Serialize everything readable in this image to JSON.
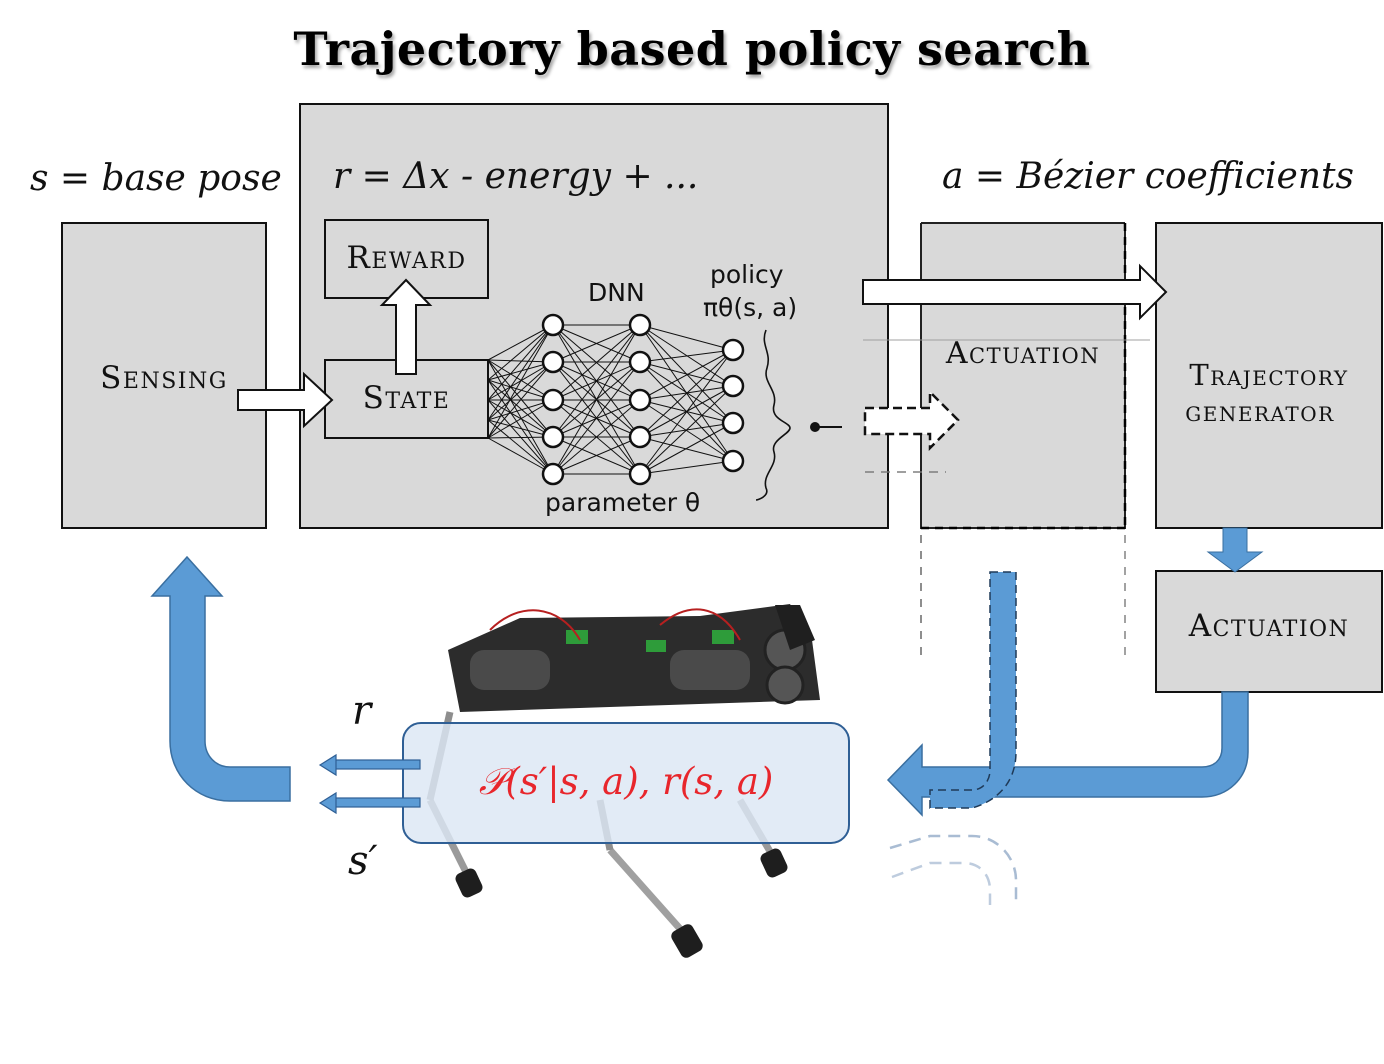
{
  "title": "Trajectory based policy search",
  "labels": {
    "state_eq": "s = base pose",
    "reward_eq": "r = Δx - energy + ...",
    "action_eq": "a = Bézier coefficients",
    "r_out": "r",
    "s_out": "s′"
  },
  "boxes": {
    "sensing": "Sensing",
    "reward": "Reward",
    "state": "State",
    "actuation_ghost": "Actuation",
    "trajectory_line1": "Trajectory",
    "trajectory_line2": "generator",
    "actuation": "Actuation"
  },
  "network": {
    "dnn": "DNN",
    "policy": "policy",
    "policy_symbol": "πθ(s, a)",
    "parameter": "parameter θ"
  },
  "environment": {
    "equation": "𝒫(s′|s, a), r(s, a)"
  },
  "colors": {
    "box_fill": "#d9d9d9",
    "arrow_blue": "#5b9bd5",
    "env_fill": "#dce6f4",
    "env_text": "#e8262c"
  }
}
